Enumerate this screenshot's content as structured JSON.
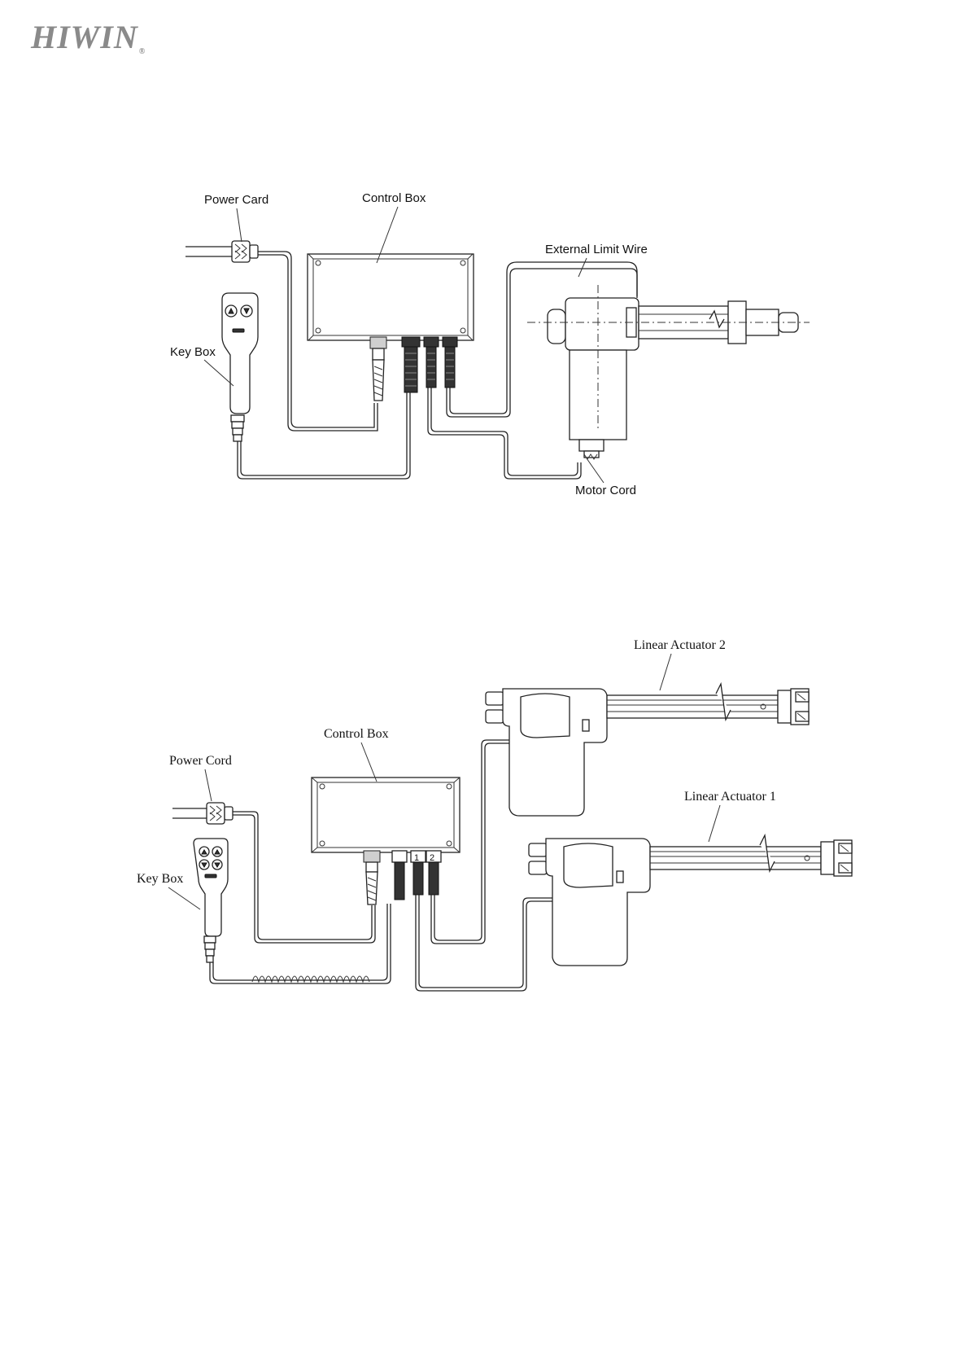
{
  "header": {
    "brand": "HIWIN",
    "reg_mark": "®"
  },
  "diagram1": {
    "labels": {
      "power": "Power Card",
      "control_box": "Control Box",
      "external_limit": "External Limit Wire",
      "key_box": "Key Box",
      "motor_cord": "Motor Cord"
    }
  },
  "diagram2": {
    "labels": {
      "actuator2": "Linear Actuator 2",
      "control_box": "Control Box",
      "power": "Power Cord",
      "actuator1": "Linear Actuator 1",
      "key_box": "Key Box",
      "port1": "1",
      "port2": "2"
    }
  }
}
